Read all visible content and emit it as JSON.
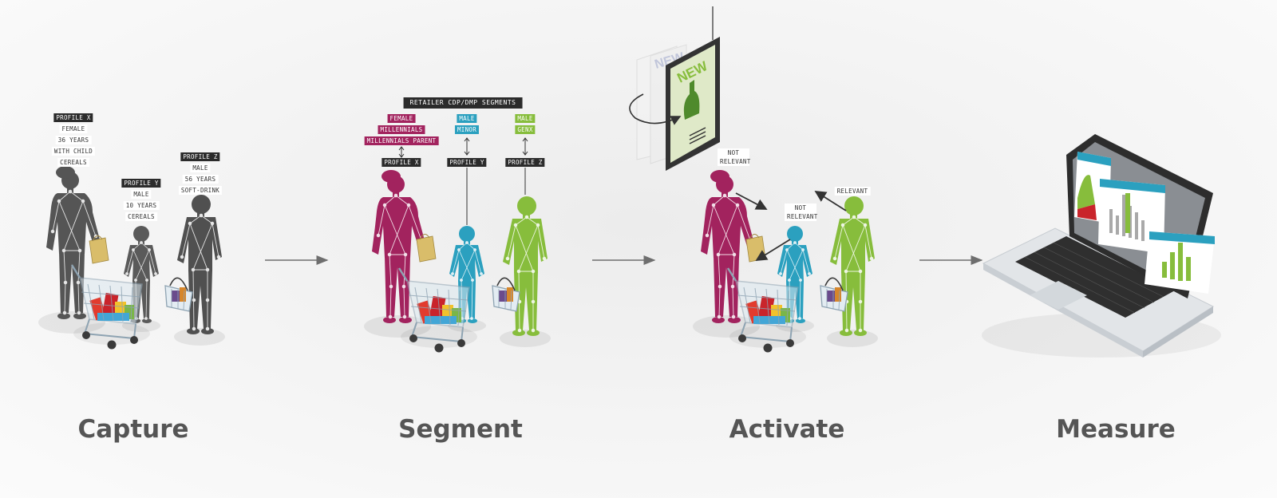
{
  "steps": {
    "capture": {
      "label": "Capture",
      "profile_x": {
        "name": "PROFILE X",
        "attrs": [
          "FEMALE",
          "36 YEARS",
          "WITH CHILD",
          "CEREALS"
        ]
      },
      "profile_y": {
        "name": "PROFILE Y",
        "attrs": [
          "MALE",
          "10 YEARS",
          "CEREALS"
        ]
      },
      "profile_z": {
        "name": "PROFILE Z",
        "attrs": [
          "MALE",
          "56 YEARS",
          "SOFT-DRINK"
        ]
      }
    },
    "segment": {
      "label": "Segment",
      "banner": "RETAILER CDP/DMP SEGMENTS",
      "segments_x": [
        "FEMALE",
        "MILLENNIALS",
        "MILLENNIALS PARENT"
      ],
      "segments_y": [
        "MALE",
        "MINOR"
      ],
      "segments_z": [
        "MALE",
        "GENX"
      ],
      "profiles": [
        "PROFILE X",
        "PROFILE Y",
        "PROFILE Z"
      ]
    },
    "activate": {
      "label": "Activate",
      "screen_text": "NEW",
      "back_screen_text": "NEW",
      "tags": [
        "NOT RELEVANT",
        "NOT RELEVANT",
        "RELEVANT"
      ]
    },
    "measure": {
      "label": "Measure"
    }
  },
  "colors": {
    "profile_x": "#a2235e",
    "profile_y": "#2ba0bf",
    "profile_z": "#87bd3c",
    "capture_figure": "#555555",
    "label_text": "#555555",
    "arrow": "#6e6e6e"
  },
  "icons": [
    "shopping-cart-icon",
    "shopping-basket-icon",
    "digital-signage-icon",
    "laptop-dashboard-icon"
  ]
}
